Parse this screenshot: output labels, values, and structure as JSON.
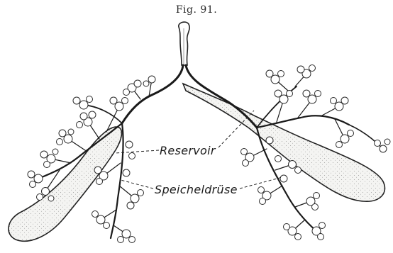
{
  "figure": {
    "title": "Fig. 91.",
    "labels": {
      "reservoir": "Reservoir",
      "salivary_gland": "Speicheldrüse"
    }
  }
}
